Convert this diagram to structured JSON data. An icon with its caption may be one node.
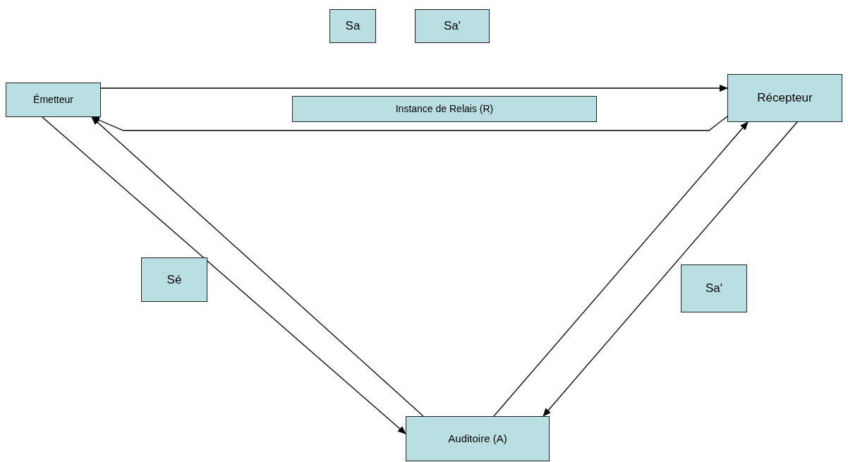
{
  "diagram": {
    "nodes": [
      {
        "text": [
          "Sa"
        ]
      },
      {
        "text": [
          "Sa'"
        ]
      },
      {
        "text": [
          "Émetteur"
        ]
      },
      {
        "text": [
          "Instance de Relais (R)"
        ]
      },
      {
        "text": [
          "Récepteur"
        ]
      },
      {
        "text": [
          "Sé"
        ]
      },
      {
        "text": [
          "Sa'"
        ]
      },
      {
        "text": [
          "Auditoire (A)"
        ]
      }
    ],
    "edges": [
      {
        "from": 2,
        "to": 4,
        "arrow": "to"
      },
      {
        "from": 4,
        "to": 2,
        "arrow": "to"
      },
      {
        "from": 7,
        "to": 2,
        "arrow": "to"
      },
      {
        "from": 2,
        "to": 7,
        "arrow": "to"
      },
      {
        "from": 7,
        "to": 4,
        "arrow": "to"
      },
      {
        "from": 4,
        "to": 7,
        "arrow": "to"
      }
    ]
  }
}
